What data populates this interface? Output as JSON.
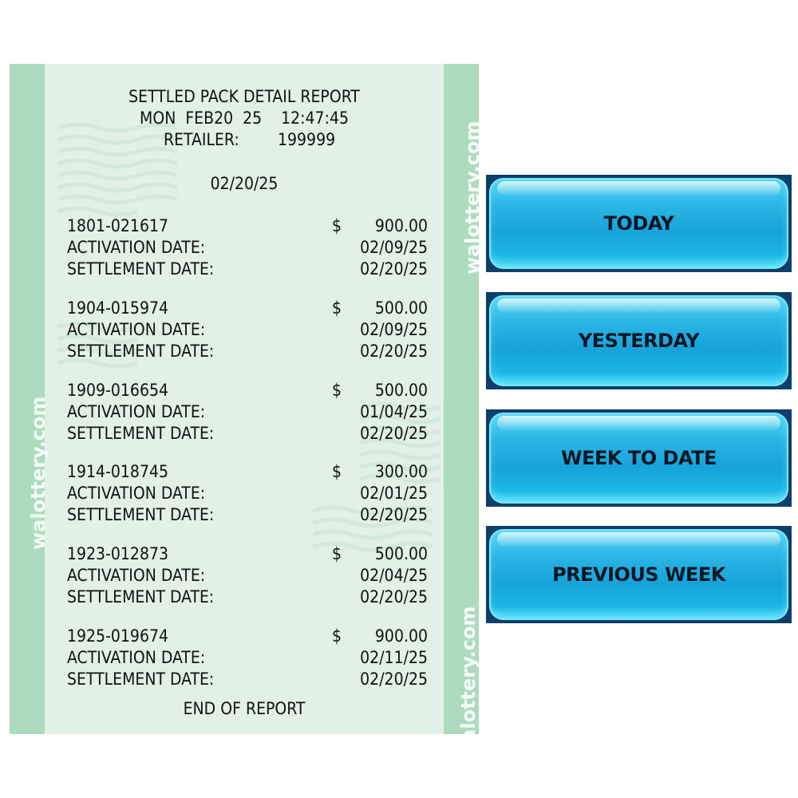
{
  "receipt": {
    "title": "SETTLED PACK DETAIL REPORT",
    "datetime": "MON  FEB20  25    12:47:45",
    "retailer_label": "RETAILER:",
    "retailer_id": "199999",
    "report_date": "02/20/25",
    "currency_symbol": "$",
    "activation_label": "ACTIVATION DATE:",
    "settlement_label": "SETTLEMENT DATE:",
    "entries": [
      {
        "pack": "1801-021617",
        "amount": "900.00",
        "activation": "02/09/25",
        "settlement": "02/20/25"
      },
      {
        "pack": "1904-015974",
        "amount": "500.00",
        "activation": "02/09/25",
        "settlement": "02/20/25"
      },
      {
        "pack": "1909-016654",
        "amount": "500.00",
        "activation": "01/04/25",
        "settlement": "02/20/25"
      },
      {
        "pack": "1914-018745",
        "amount": "300.00",
        "activation": "02/01/25",
        "settlement": "02/20/25"
      },
      {
        "pack": "1923-012873",
        "amount": "500.00",
        "activation": "02/04/25",
        "settlement": "02/20/25"
      },
      {
        "pack": "1925-019674",
        "amount": "900.00",
        "activation": "02/11/25",
        "settlement": "02/20/25"
      }
    ],
    "footer": "END OF REPORT",
    "watermark": "walottery.com"
  },
  "buttons": {
    "today": "TODAY",
    "yesterday": "YESTERDAY",
    "week_to_date": "WEEK TO DATE",
    "previous_week": "PREVIOUS WEEK"
  },
  "colors": {
    "receipt_bg": "#e1f1e8",
    "stripe": "#acdcbd",
    "button_border": "#0d3f6b",
    "button_fill": "#1db5e6"
  }
}
